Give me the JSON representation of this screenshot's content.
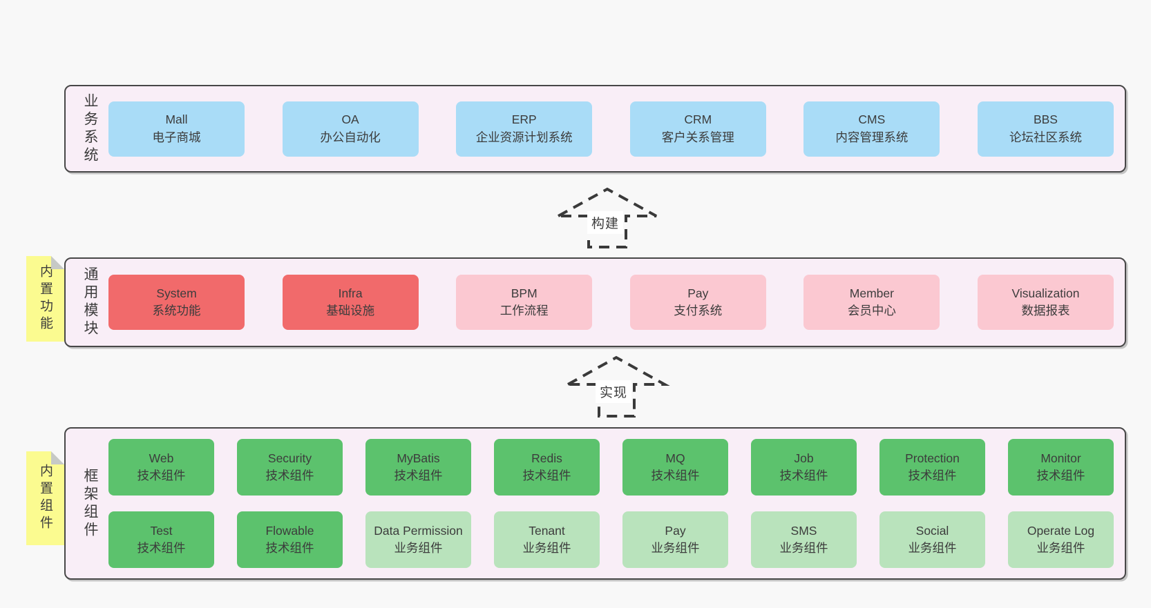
{
  "colors": {
    "page_bg": "#f8f8f8",
    "section_bg": "#f9eef7",
    "section_border": "#474747",
    "box_blue": "#a9dcf7",
    "box_red": "#f16a6b",
    "box_pink": "#fbc8d1",
    "box_green": "#5cc26d",
    "box_green_light": "#b9e3bc",
    "sticky_bg": "#fbfb90",
    "sticky_fold": "#c6c9c6",
    "text": "#3c3c3c",
    "arrow": "#3a3a3a",
    "arrow_label_bg": "#ffffff"
  },
  "arrows": {
    "build": {
      "label": "构建"
    },
    "implement": {
      "label": "实现"
    }
  },
  "sections": {
    "business": {
      "side_label": "业务系统",
      "boxes": [
        {
          "name": "Mall",
          "sub": "电子商城",
          "variant": "blue"
        },
        {
          "name": "OA",
          "sub": "办公自动化",
          "variant": "blue"
        },
        {
          "name": "ERP",
          "sub": "企业资源计划系统",
          "variant": "blue"
        },
        {
          "name": "CRM",
          "sub": "客户关系管理",
          "variant": "blue"
        },
        {
          "name": "CMS",
          "sub": "内容管理系统",
          "variant": "blue"
        },
        {
          "name": "BBS",
          "sub": "论坛社区系统",
          "variant": "blue"
        }
      ]
    },
    "modules": {
      "sticky": "内置功能",
      "side_label": "通用模块",
      "boxes": [
        {
          "name": "System",
          "sub": "系统功能",
          "variant": "red"
        },
        {
          "name": "Infra",
          "sub": "基础设施",
          "variant": "red"
        },
        {
          "name": "BPM",
          "sub": "工作流程",
          "variant": "pink"
        },
        {
          "name": "Pay",
          "sub": "支付系统",
          "variant": "pink"
        },
        {
          "name": "Member",
          "sub": "会员中心",
          "variant": "pink"
        },
        {
          "name": "Visualization",
          "sub": "数据报表",
          "variant": "pink"
        }
      ]
    },
    "components": {
      "sticky": "内置组件",
      "side_label": "框架组件",
      "row1": [
        {
          "name": "Web",
          "sub": "技术组件",
          "variant": "green"
        },
        {
          "name": "Security",
          "sub": "技术组件",
          "variant": "green"
        },
        {
          "name": "MyBatis",
          "sub": "技术组件",
          "variant": "green"
        },
        {
          "name": "Redis",
          "sub": "技术组件",
          "variant": "green"
        },
        {
          "name": "MQ",
          "sub": "技术组件",
          "variant": "green"
        },
        {
          "name": "Job",
          "sub": "技术组件",
          "variant": "green"
        },
        {
          "name": "Protection",
          "sub": "技术组件",
          "variant": "green"
        },
        {
          "name": "Monitor",
          "sub": "技术组件",
          "variant": "green"
        }
      ],
      "row2": [
        {
          "name": "Test",
          "sub": "技术组件",
          "variant": "green"
        },
        {
          "name": "Flowable",
          "sub": "技术组件",
          "variant": "green"
        },
        {
          "name": "Data Permission",
          "sub": "业务组件",
          "variant": "green_light"
        },
        {
          "name": "Tenant",
          "sub": "业务组件",
          "variant": "green_light"
        },
        {
          "name": "Pay",
          "sub": "业务组件",
          "variant": "green_light"
        },
        {
          "name": "SMS",
          "sub": "业务组件",
          "variant": "green_light"
        },
        {
          "name": "Social",
          "sub": "业务组件",
          "variant": "green_light"
        },
        {
          "name": "Operate Log",
          "sub": "业务组件",
          "variant": "green_light"
        }
      ]
    }
  }
}
